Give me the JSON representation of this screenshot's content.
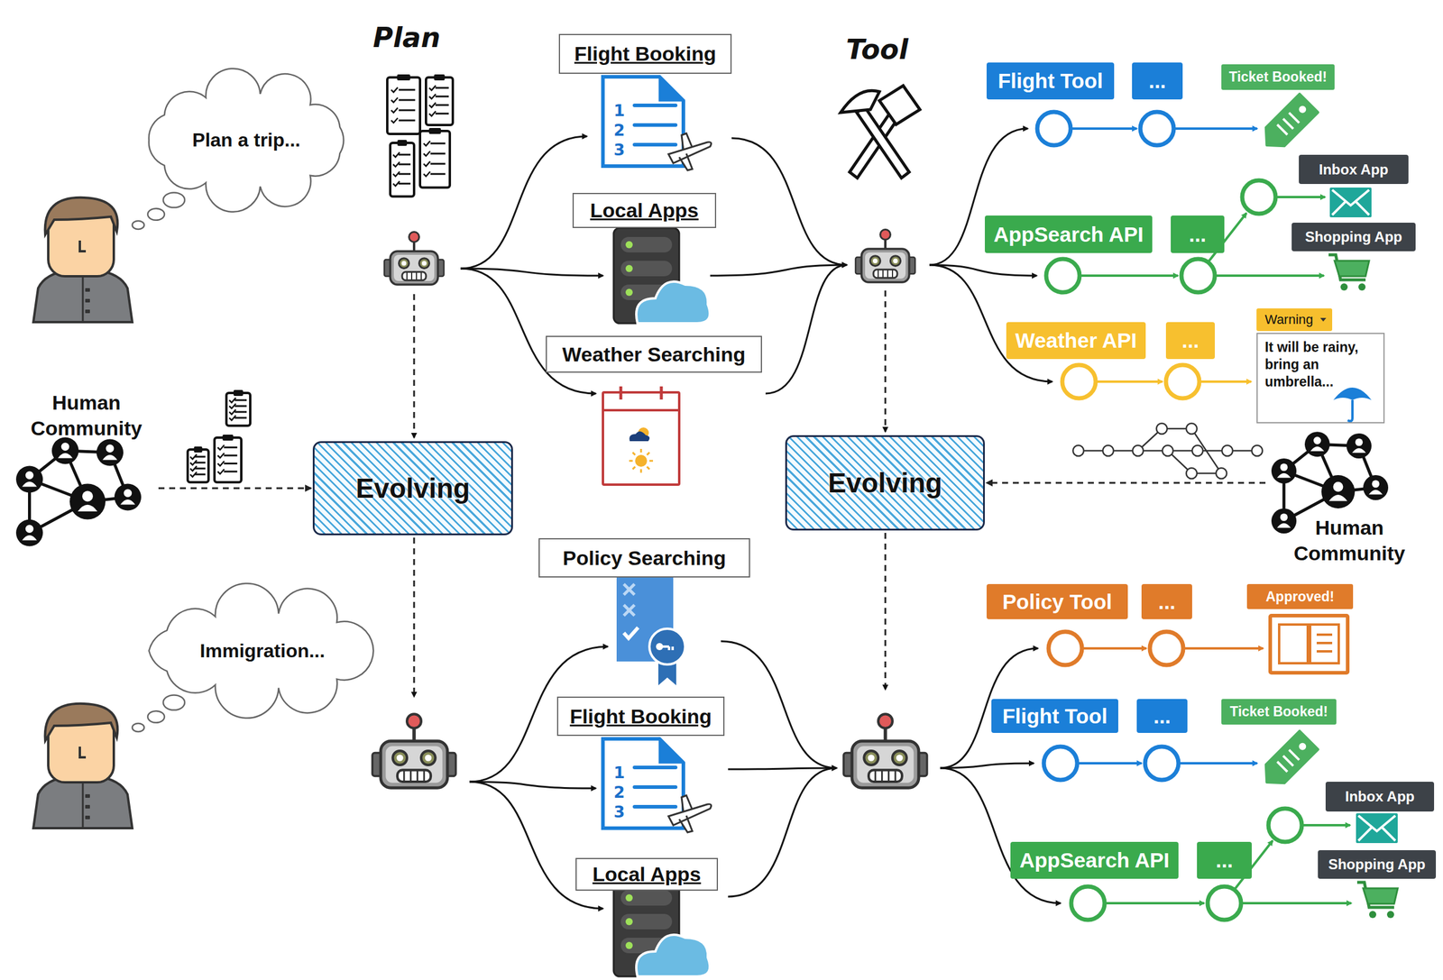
{
  "diagram": {
    "nodes": [
      {
        "text": [
          "Plan a trip..."
        ]
      },
      {
        "text": [
          "Flight Booking"
        ]
      },
      {
        "text": [
          "Local Apps"
        ]
      },
      {
        "text": [
          "Weather Searching"
        ]
      },
      {
        "text": [
          "Flight Tool"
        ]
      },
      {
        "text": [
          "..."
        ]
      },
      {
        "text": [
          "Ticket Booked!"
        ]
      },
      {
        "text": [
          "Inbox App"
        ]
      },
      {
        "text": [
          "AppSearch API"
        ]
      },
      {
        "text": [
          "..."
        ]
      },
      {
        "text": [
          "Shopping App"
        ]
      },
      {
        "text": [
          "Warning"
        ]
      },
      {
        "text": [
          "Weather API"
        ]
      },
      {
        "text": [
          "..."
        ]
      },
      {
        "text": [
          "It will be rainy, bring an umbrella..."
        ]
      },
      {
        "text": [
          "Human Community"
        ]
      },
      {
        "text": [
          "Evolving"
        ]
      },
      {
        "text": [
          "Evolving"
        ]
      },
      {
        "text": [
          "Human Community"
        ]
      },
      {
        "text": [
          "Immigration..."
        ]
      },
      {
        "text": [
          "Policy Searching"
        ]
      },
      {
        "text": [
          "Policy Tool"
        ]
      },
      {
        "text": [
          "..."
        ]
      },
      {
        "text": [
          "Approved!"
        ]
      },
      {
        "text": [
          "Flight Booking"
        ]
      },
      {
        "text": [
          "Flight Tool"
        ]
      },
      {
        "text": [
          "..."
        ]
      },
      {
        "text": [
          "Ticket Booked!"
        ]
      },
      {
        "text": [
          "Inbox App"
        ]
      },
      {
        "text": [
          "Local Apps"
        ]
      },
      {
        "text": [
          "AppSearch API"
        ]
      },
      {
        "text": [
          "..."
        ]
      },
      {
        "text": [
          "Shopping App"
        ]
      }
    ],
    "edges": [
      {
        "from": 15,
        "to": 16,
        "arrow": "to"
      },
      {
        "from": 18,
        "to": 17,
        "arrow": "to"
      }
    ],
    "labels": [
      "Plan",
      "Tool",
      "1",
      "2",
      "3",
      "1",
      "2",
      "3"
    ]
  }
}
